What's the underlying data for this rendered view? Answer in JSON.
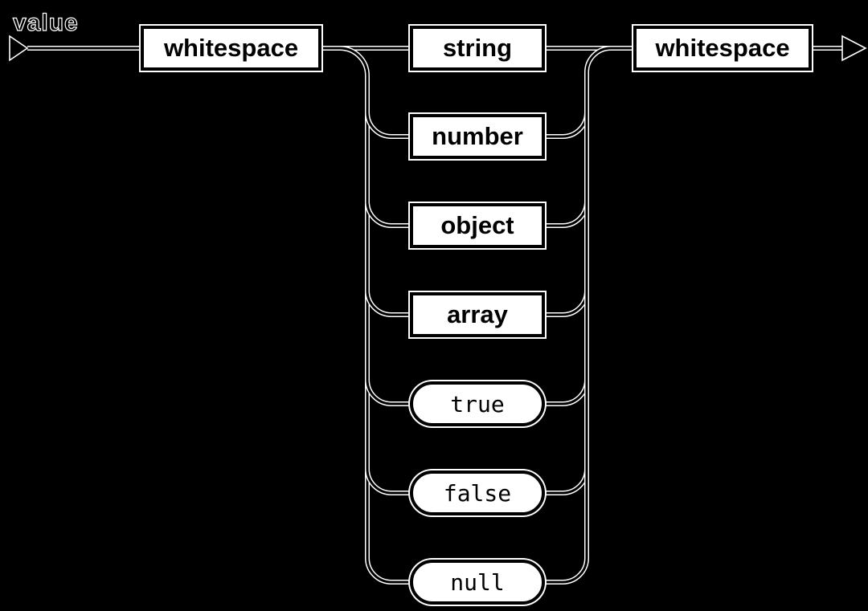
{
  "diagram": {
    "title": "value",
    "colors": {
      "background": "#000000",
      "line": "#000000",
      "line_halo": "#ffffff",
      "box_fill": "#ffffff",
      "box_border": "#000000",
      "text": "#000000"
    },
    "icons": {
      "start_arrow": "right-pointing-triangle",
      "end_arrow": "right-pointing-triangle"
    },
    "sequence": [
      {
        "label": "whitespace",
        "kind": "nonterminal"
      },
      {
        "kind": "choice",
        "options": [
          {
            "label": "string",
            "kind": "nonterminal"
          },
          {
            "label": "number",
            "kind": "nonterminal"
          },
          {
            "label": "object",
            "kind": "nonterminal"
          },
          {
            "label": "array",
            "kind": "nonterminal"
          },
          {
            "label": "true",
            "kind": "terminal"
          },
          {
            "label": "false",
            "kind": "terminal"
          },
          {
            "label": "null",
            "kind": "terminal"
          }
        ]
      },
      {
        "label": "whitespace",
        "kind": "nonterminal"
      }
    ]
  }
}
